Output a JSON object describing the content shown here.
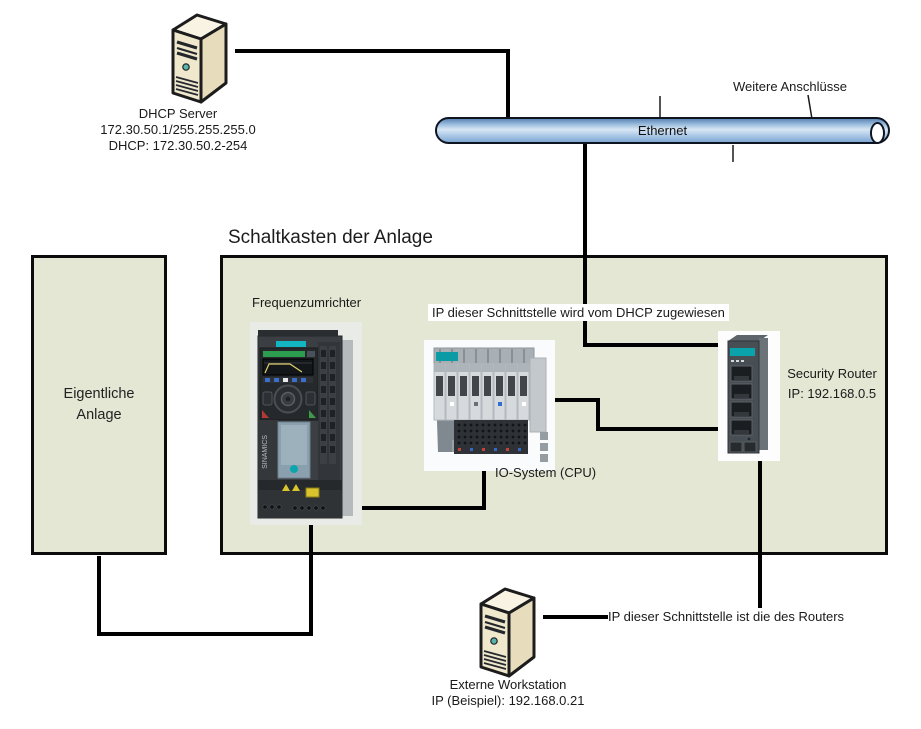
{
  "diagram_title": "Schaltkasten der Anlage",
  "dhcp_server": {
    "name": "DHCP Server",
    "address": "172.30.50.1/255.255.255.0",
    "range": "DHCP: 172.30.50.2-254"
  },
  "ethernet": {
    "label": "Ethernet"
  },
  "weitere_anschluesse": {
    "label": "Weitere Anschlüsse"
  },
  "eigentliche_anlage": {
    "line1": "Eigentliche",
    "line2": "Anlage"
  },
  "frequenzumrichter": {
    "label": "Frequenzumrichter",
    "brand": "SINAMICS"
  },
  "io_system": {
    "label": "IO-System (CPU)"
  },
  "security_router": {
    "name": "Security Router",
    "ip": "IP: 192.168.0.5"
  },
  "externe_workstation": {
    "name": "Externe Workstation",
    "ip": "IP (Beispiel): 192.168.0.21"
  },
  "notes": {
    "dhcp_assignment": "IP dieser Schnittstelle wird vom DHCP zugewiesen",
    "router_interface": "IP dieser Schnittstelle ist die des Routers"
  },
  "colors": {
    "panel_fill": "#e3e7d3",
    "ethernet_blue": "#9dbede",
    "siemens_teal": "#0aa3ab",
    "server_beige": "#efe7cb",
    "connector_line": "#000000"
  }
}
